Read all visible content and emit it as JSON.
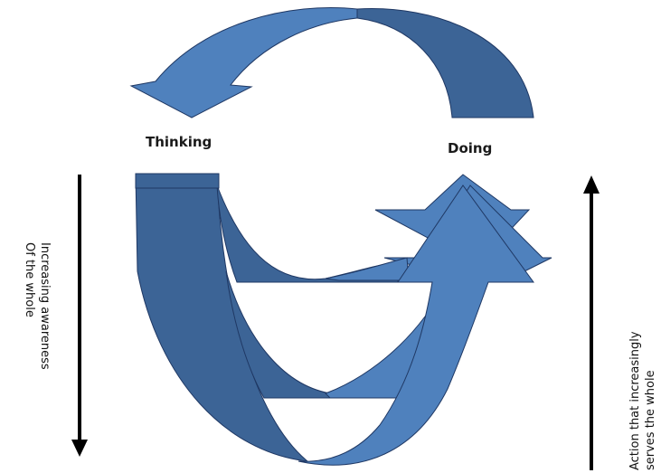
{
  "diagram": {
    "labels": {
      "thinking": "Thinking",
      "doing": "Doing",
      "left_axis_line1": "Increasing awareness",
      "left_axis_line2": "Of the whole",
      "right_axis_line1": "Action that increasingly",
      "right_axis_line2": "serves the whole"
    },
    "colors": {
      "arrow_light": "#4f81bd",
      "arrow_dark": "#3c6496",
      "arrow_stroke": "#1f3864",
      "axis_line": "#000000"
    }
  }
}
